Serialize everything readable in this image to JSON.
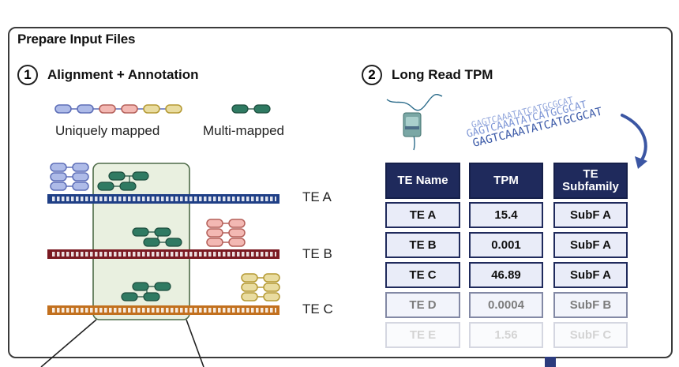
{
  "title": "Prepare Input Files",
  "step1": {
    "number": "1",
    "label": "Alignment + Annotation"
  },
  "step2": {
    "number": "2",
    "label": "Long Read TPM"
  },
  "legend": {
    "unique": "Uniquely mapped",
    "multi": "Multi-mapped"
  },
  "te_labels": [
    "TE A",
    "TE B",
    "TE C"
  ],
  "sequence_text": "GAGTCAAATATCATGCGCAT",
  "table": {
    "headers": [
      "TE  Name",
      "TPM",
      "TE Subfamily"
    ],
    "rows": [
      [
        "TE A",
        "15.4",
        "SubF A"
      ],
      [
        "TE B",
        "0.001",
        "SubF A"
      ],
      [
        "TE C",
        "46.89",
        "SubF A"
      ],
      [
        "TE D",
        "0.0004",
        "SubF B"
      ],
      [
        "TE E",
        "1.56",
        "SubF C"
      ]
    ]
  },
  "colors": {
    "te_a": "#1f3f86",
    "te_b": "#7a1a22",
    "te_c": "#c2701e",
    "unique_blue": "#aebbe8",
    "unique_pink": "#f3b8b3",
    "unique_yellow": "#e9dca0",
    "multi": "#2f7a62",
    "header": "#1f2a5c",
    "arrow": "#3b56a3"
  }
}
